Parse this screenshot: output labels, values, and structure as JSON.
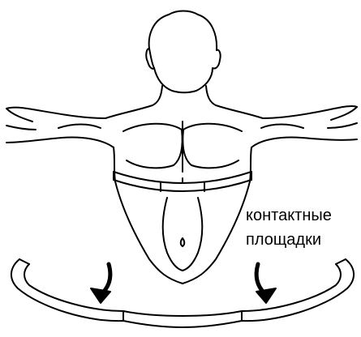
{
  "diagram": {
    "label_line_1": "контактные",
    "label_line_2": "площадки",
    "figure": "person with arms extended wearing a chest strap; loose strap below with arrows pointing to contact pads"
  },
  "colors": {
    "ink": "#000000",
    "paper": "#ffffff"
  },
  "icons": [
    "down-arrow-icon",
    "down-arrow-icon"
  ]
}
